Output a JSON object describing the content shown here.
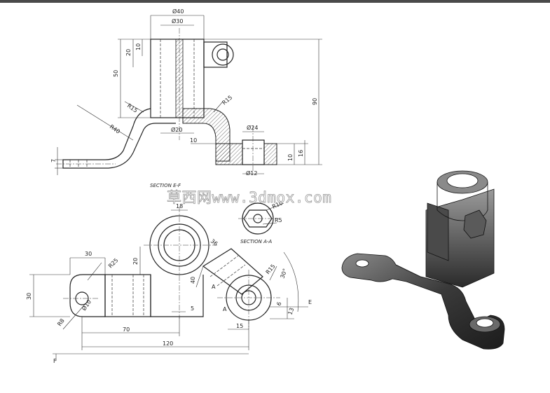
{
  "watermark": "草西网www.3dmox.com",
  "front_view": {
    "dims": {
      "d40": "Ø40",
      "d30": "Ø30",
      "h20": "20",
      "h10": "10",
      "h50": "50",
      "h90": "90",
      "r15a": "R15",
      "r15b": "R15",
      "r40": "R40",
      "d20": "Ø20",
      "d24": "Ø24",
      "t10": "10",
      "t16": "16",
      "t10b": "10",
      "d12": "Ø12",
      "t7": "7"
    }
  },
  "top_view": {
    "dims": {
      "w30": "30",
      "r25": "R25",
      "h20": "20",
      "w18": "18",
      "w36": "36",
      "h40": "40",
      "r15": "R15",
      "a30": "30°",
      "h30": "30",
      "r8": "R8",
      "d10": "Ø10",
      "w70": "70",
      "w120": "120",
      "w15": "15",
      "w5": "5",
      "w6": "6",
      "w13": "13"
    },
    "labels": {
      "section_ef": "SECTION E-F",
      "section_aa": "SECTION A-A",
      "a1": "A",
      "a2": "A",
      "e_mark": "E",
      "f_mark": "F"
    }
  },
  "section_detail": {
    "dims": {
      "r10": "R10",
      "r5": "R5"
    }
  },
  "colors": {
    "line": "#222222",
    "topbar": "#4a4a4a",
    "part_dark": "#3a3a3a",
    "part_light": "#8a8a8a"
  }
}
